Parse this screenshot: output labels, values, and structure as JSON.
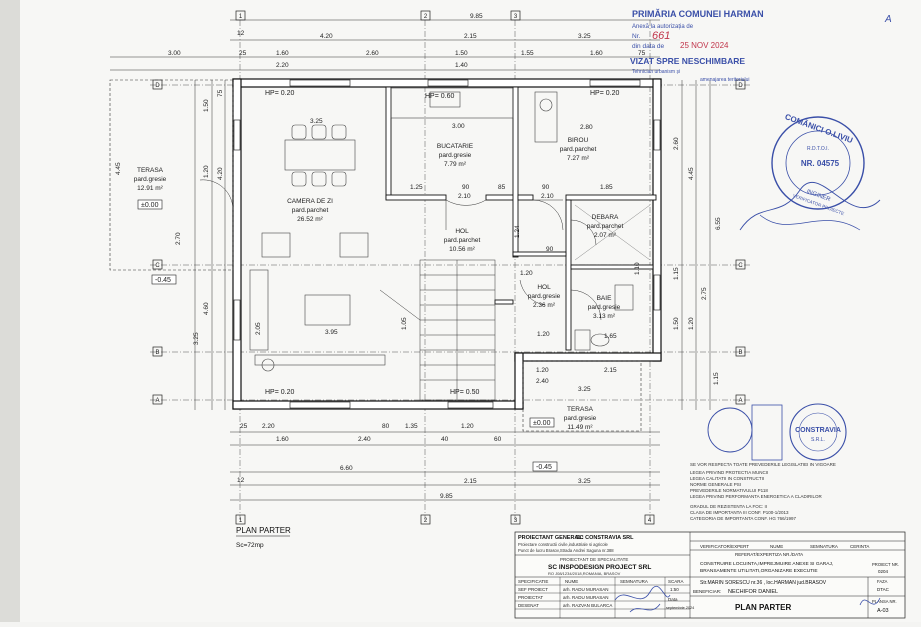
{
  "dimensions": {
    "top": [
      "9.85",
      "4.20",
      "2.15",
      "3.25",
      "3.00",
      "1.60",
      "2.60",
      "1.50",
      "1.55",
      "1.60",
      "2.20",
      "1.40",
      "75",
      "25",
      "12"
    ],
    "bottom": [
      "2.20",
      "1.60",
      "2.40",
      "1.35",
      "1.20",
      "60",
      "6.60",
      "2.15",
      "3.25",
      "9.85",
      "25",
      "40",
      "80",
      "12"
    ],
    "left": [
      "1.50",
      "4.20",
      "4.60",
      "3.25",
      "2.70",
      "4.45",
      "75",
      "1.20"
    ],
    "right": [
      "2.60",
      "4.45",
      "6.55",
      "1.15",
      "1.50",
      "1.20",
      "2.75",
      "1.15"
    ],
    "interior": [
      "3.25",
      "3.00",
      "2.80",
      "1.25",
      "90",
      "85",
      "90",
      "1.85",
      "2.10",
      "2.10",
      "1.24",
      "1.20",
      "90",
      "1.65",
      "2.40",
      "2.15",
      "3.25",
      "1.20",
      "1.20",
      "3.95",
      "1.10",
      "2.05",
      "1.05"
    ]
  },
  "axes": {
    "letters": [
      "D",
      "C",
      "B",
      "A"
    ],
    "numbers": [
      "1",
      "2",
      "3",
      "4"
    ]
  },
  "hp": [
    "HP= 0.20",
    "HP= 0.60",
    "HP= 0.20",
    "HP= 0.20",
    "HP= 0.50"
  ],
  "levels": [
    "±0.00",
    "-0.45",
    "±0.00",
    "-0.45"
  ],
  "rooms": [
    {
      "name": "TERASA",
      "finish": "pard.gresie",
      "area": "12.91 m²"
    },
    {
      "name": "CAMERA DE ZI",
      "finish": "pard.parchet",
      "area": "26.52 m²"
    },
    {
      "name": "BUCATARIE",
      "finish": "pard.gresie",
      "area": "7.79 m²"
    },
    {
      "name": "BIROU",
      "finish": "pard.parchet",
      "area": "7.27 m²"
    },
    {
      "name": "HOL",
      "finish": "pard.parchet",
      "area": "10.56 m²"
    },
    {
      "name": "DEBARA",
      "finish": "pard.parchet",
      "area": "2.07 m²"
    },
    {
      "name": "HOL",
      "finish": "pard.gresie",
      "area": "2.36 m²"
    },
    {
      "name": "BAIE",
      "finish": "pard.gresie",
      "area": "3.13 m²"
    },
    {
      "name": "TERASA",
      "finish": "pard.gresie",
      "area": "11.49 m²"
    }
  ],
  "plan_title": "PLAN PARTER",
  "plan_scale": "Sc=72mp",
  "stamp_primaria": {
    "line1": "PRIMĂRIA COMUNEI HARMAN",
    "line2": "Anexă la autorizația de",
    "line3": "Nr.",
    "number": "661",
    "line4": "din data de",
    "date": "25 NOV 2024",
    "line5": "VIZAT SPRE NESCHIMBARE",
    "line6": "Tehnician urbanism și",
    "line7": "amenajarea teritoriului"
  },
  "stamp_engineer": {
    "top": "COMĂNICI O.LIVIU",
    "reg": "NR. 04575",
    "middle": "R.D.T.O.I.",
    "bottom": "INGINER",
    "bottom2": "VERIFICATOR PROIECTE"
  },
  "stamp_constravia": {
    "name": "CONSTRAVIA",
    "sub": "S.R.L."
  },
  "corner_mark": "A",
  "notes": [
    "SE VOR RESPECTA TOATE PREVEDERILE LEGISLATIEI IN VIGOARE",
    "LEGEA PRIVIND PROTECTIA MUNCII",
    "LEGEA CALITATII IN CONSTRUCTII",
    "NORME GENERALE PSI",
    "PREVEDERILE NORMATIVULUI P118",
    "LEGEA PRIVIND PERFORMANTA ENERGETICA A CLADIRILOR",
    "GRADUL DE REZISTENTA LA FOC: II",
    "CLASA DE IMPORTANTA III CONF. P100-1/2013",
    "CATEGORIA DE IMPORTANTA CONF. HG 766/1997"
  ],
  "title_block": {
    "row1": [
      "VERIFICATOR/EXPERT",
      "NUME",
      "SEMNATURA",
      "CERINTA"
    ],
    "row1b": "REFERAT/EXPERTIZA NR./DATA",
    "general_designer_label": "PROIECTANT GENERAL:",
    "general_designer": "SC CONSTRAVIA SRL",
    "general_designer_addr": "Proiectare constructii civile,industriale si agricole",
    "general_designer_addr2": "Punct de lucru Brasov,Strada Andrei Saguna nr.388",
    "specialty_label": "PROIECTANT DE SPECIALITATE",
    "specialty": "SC INSPODESIGN PROJECT SRL",
    "specialty_addr": "RO J08/1234/2018,ROMANIA, BRASOV",
    "roles": [
      {
        "role": "SPECIFICATIE",
        "name": "NUME",
        "sig": "SEMNATURA"
      },
      {
        "role": "SEF PROIECT",
        "name": "arh. RADU MURASAN",
        "sig": ""
      },
      {
        "role": "PROIECTAT",
        "name": "arh. RADU MURASAN",
        "sig": ""
      },
      {
        "role": "DESENAT",
        "name": "arh. RAZVAN BULARCA",
        "sig": ""
      }
    ],
    "scale_label": "SCARA",
    "scale": "1:50",
    "date_label": "Data",
    "date": "septembrie 2024",
    "project": "CONSTRUIRE LOCUINTA,IMPREJMUIRE ANEXE SI GARAJ,",
    "project2": "BRANSAMENTE UTILITATI,ORGANIZARE EXECUTIE",
    "address": "Str.MARIN SORESCU nr.36 , loc.HARMAN jud.BRASOV",
    "beneficiary_label": "BENEFICIAR:",
    "beneficiary": "NECHIFOR DANIEL",
    "drawing_title": "PLAN PARTER",
    "proj_no_label": "PROIECT NR.",
    "proj_no": "0204",
    "phase_label": "FAZA",
    "phase": "DTAC",
    "sheet_label": "PLANSA NR.",
    "sheet": "A-03"
  }
}
